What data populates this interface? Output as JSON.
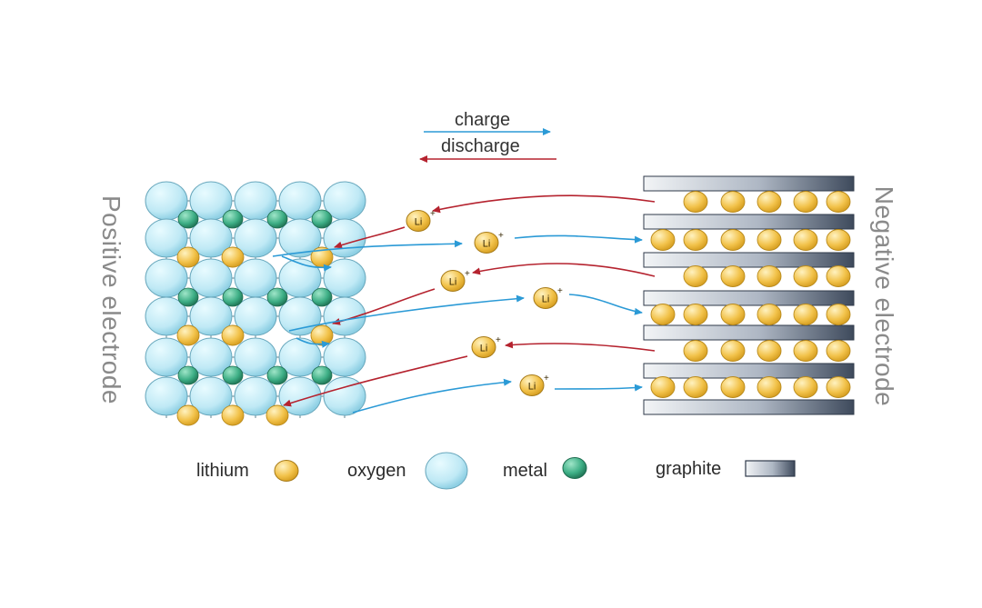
{
  "labels": {
    "positive_electrode": "Positive electrode",
    "negative_electrode": "Negative electrode",
    "charge": "charge",
    "discharge": "discharge",
    "ion": "Li",
    "ion_charge": "+"
  },
  "legend": {
    "lithium": "lithium",
    "oxygen": "oxygen",
    "metal": "metal",
    "graphite": "graphite"
  },
  "colors": {
    "lithium": "#f2c24a",
    "oxygen": "#bfe9f5",
    "metal": "#3dae85",
    "graphite_light": "#f2f4f6",
    "graphite_dark": "#3e4a5c",
    "charge_arrow": "#2b9ad6",
    "discharge_arrow": "#b5232f"
  }
}
